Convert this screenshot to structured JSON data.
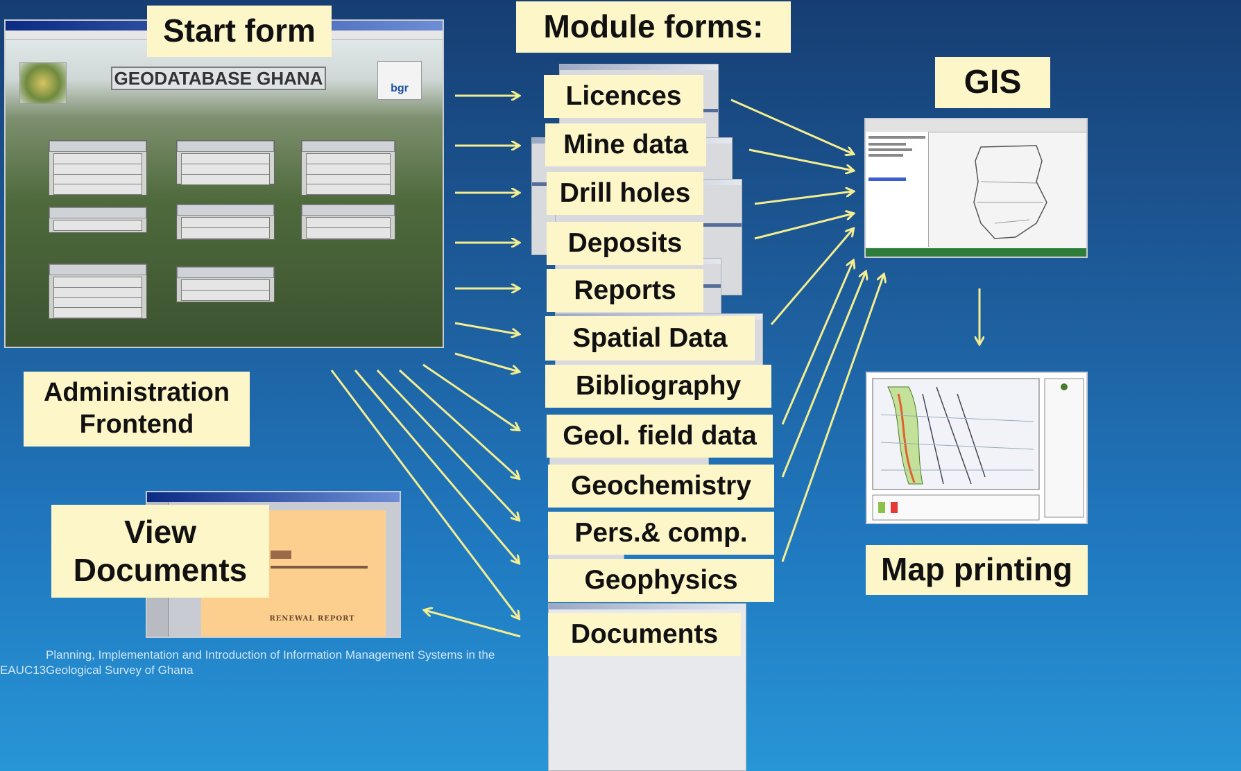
{
  "start_form": {
    "label": "Start form",
    "title": "GEODATABASE GHANA",
    "logo_text": "bgr"
  },
  "module_forms_label": "Module forms:",
  "modules": [
    "Licences",
    "Mine data",
    "Drill holes",
    "Deposits",
    "Reports",
    "Spatial Data",
    "Bibliography",
    "Geol. field data",
    "Geochemistry",
    "Pers.& comp.",
    "Geophysics",
    "Documents"
  ],
  "gis_label": "GIS",
  "map_printing_label": "Map printing",
  "admin_label_line1": "Administration",
  "admin_label_line2": "Frontend",
  "view_docs_line1": "View",
  "view_docs_line2": "Documents",
  "document_preview_text": "RENEWAL REPORT",
  "footer": {
    "prefix": "EAUC13",
    "line1": "Planning, Implementation and Introduction of Information Management Systems in the",
    "line2": "Geological Survey of Ghana"
  },
  "colors": {
    "label_bg": "#fdf6c9",
    "arrow": "#f4ee90",
    "background_top": "#163e73",
    "background_bottom": "#2796d6"
  }
}
